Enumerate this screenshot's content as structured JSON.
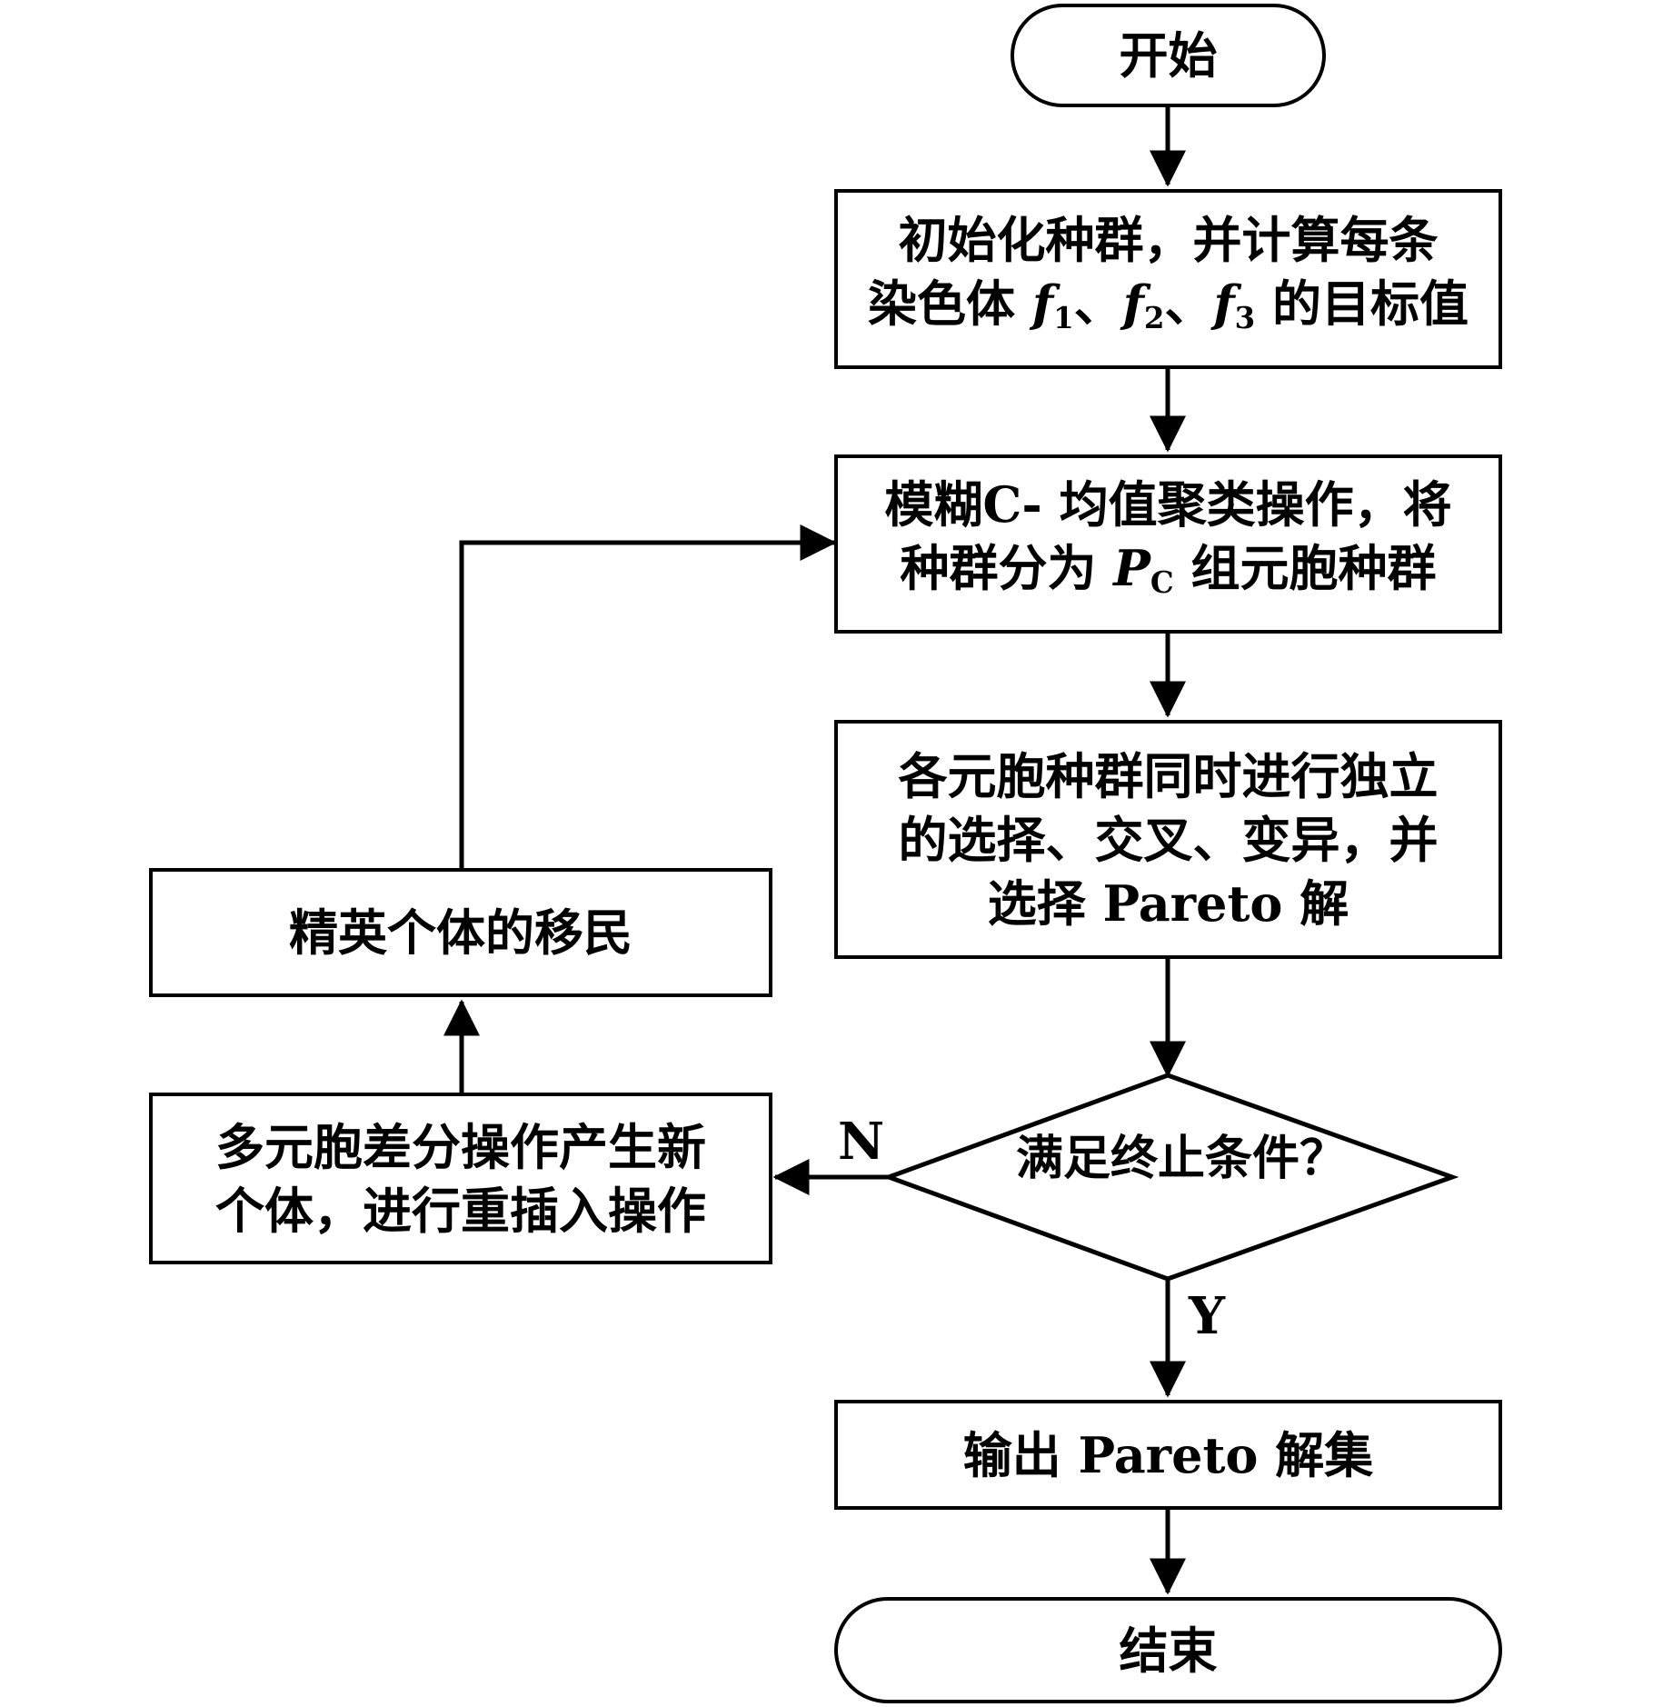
{
  "nodes": {
    "start": {
      "text": "开始"
    },
    "init": {
      "line1": "初始化种群，并计算每条",
      "line2_prefix": "染色体 ",
      "var": "f",
      "sub1": "1",
      "sep1": "、",
      "sub2": "2",
      "sep2": "、",
      "sub3": "3",
      "line2_suffix": " 的目标值"
    },
    "cluster": {
      "line1": "模糊C- 均值聚类操作，将",
      "line2_prefix": "种群分为 ",
      "var": "P",
      "sub": "C",
      "line2_suffix": " 组元胞种群"
    },
    "evolve": {
      "line1": "各元胞种群同时进行独立",
      "line2": "的选择、交叉、变异，并",
      "line3": "选择 Pareto 解"
    },
    "decision": {
      "text": "满足终止条件？"
    },
    "output": {
      "text": "输出 Pareto 解集"
    },
    "end": {
      "text": "结束"
    },
    "differential": {
      "line1": "多元胞差分操作产生新",
      "line2": "个体，进行重插入操作"
    },
    "migration": {
      "text": "精英个体的移民"
    }
  },
  "branches": {
    "no": "N",
    "yes": "Y"
  }
}
